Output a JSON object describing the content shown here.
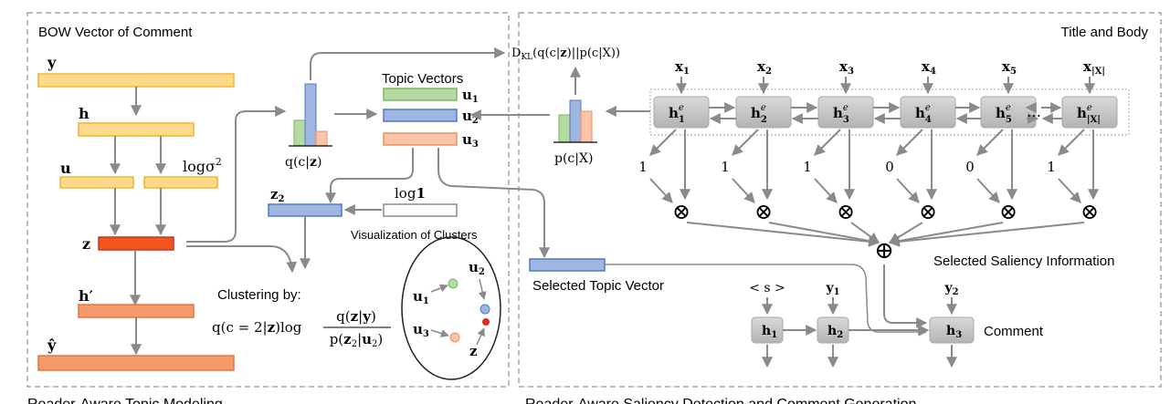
{
  "left_panel": {
    "header": "BOW Vector of Comment",
    "footer": "Reader-Aware Topic Modeling",
    "y": "y",
    "h": "h",
    "u": "u",
    "logsigma": "logσ",
    "logsigma_sup": "2",
    "z": "z",
    "h_prime": "h′",
    "y_hat": "ŷ",
    "q_dist": "q(c|z)",
    "topic_vectors": "Topic Vectors",
    "u1_label": "u",
    "u1_sub": "1",
    "u2_label": "u",
    "u2_sub": "2",
    "u3_label": "u",
    "u3_sub": "3",
    "z2_label": "z",
    "z2_sub": "2",
    "log1": "log1",
    "viz_label": "Visualization of Clusters",
    "clustering_label": "Clustering by:",
    "formula_prefix": "q(c = 2|z)log",
    "formula_num": "q(z|y)",
    "formula_den": "p(z₂|u₂)",
    "cluster_u1": "u",
    "cluster_u1_sub": "1",
    "cluster_u2": "u",
    "cluster_u2_sub": "2",
    "cluster_u3": "u",
    "cluster_u3_sub": "3",
    "cluster_z": "z"
  },
  "right_panel": {
    "header": "Title and Body",
    "footer": "Reader-Aware Saliency Detection and Comment Generation",
    "kl_formula": "D_KL(q(c|z)||p(c|X))",
    "kl_D": "D",
    "kl_sub": "KL",
    "kl_rest": "(q(c|z)||p(c|X))",
    "p_dist": "p(c|X)",
    "x_inputs": [
      {
        "base": "x",
        "sub": "1"
      },
      {
        "base": "x",
        "sub": "2"
      },
      {
        "base": "x",
        "sub": "3"
      },
      {
        "base": "x",
        "sub": "4"
      },
      {
        "base": "x",
        "sub": "5"
      },
      {
        "base": "x",
        "sub": "|X|"
      }
    ],
    "encoders": [
      {
        "base": "h",
        "sup": "e",
        "sub": "1"
      },
      {
        "base": "h",
        "sup": "e",
        "sub": "2"
      },
      {
        "base": "h",
        "sup": "e",
        "sub": "3"
      },
      {
        "base": "h",
        "sup": "e",
        "sub": "4"
      },
      {
        "base": "h",
        "sup": "e",
        "sub": "5"
      },
      {
        "base": "h",
        "sup": "e",
        "sub": "|X|"
      }
    ],
    "ellipsis": "…",
    "gates": [
      "1",
      "1",
      "1",
      "0",
      "0",
      "1"
    ],
    "otimes": "⊗",
    "oplus": "⊕",
    "saliency_label": "Selected Saliency Information",
    "selected_topic_label": "Selected Topic Vector",
    "comment_label": "Comment",
    "decoder_inputs": [
      {
        "base": "< s >",
        "sub": ""
      },
      {
        "base": "y",
        "sub": "1"
      },
      {
        "base": "y",
        "sub": "2"
      }
    ],
    "decoders": [
      {
        "base": "h",
        "sub": "1"
      },
      {
        "base": "h",
        "sub": "2"
      },
      {
        "base": "h",
        "sub": "3"
      }
    ]
  },
  "colors": {
    "yellow_fill": "#fdd98a",
    "yellow_stroke": "#f2b233",
    "orange_fill": "#f59a6a",
    "orange_stroke": "#e8733b",
    "red_fill": "#f2541b",
    "red_stroke": "#c0392b",
    "green_fill": "#b5dba0",
    "green_stroke": "#78b862",
    "blue_fill": "#9fb6e0",
    "blue_stroke": "#4f79c7",
    "peach_fill": "#f9c4a8",
    "peach_stroke": "#ec8f5f",
    "node_fill": "#c9c9c9",
    "arrow": "#8a8a8a",
    "dash": "#a6a6a6"
  }
}
